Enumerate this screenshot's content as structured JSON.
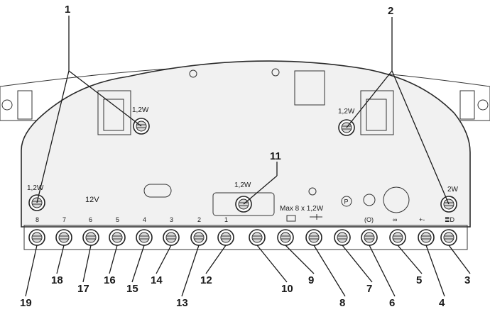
{
  "callouts_top": [
    {
      "label": "1"
    },
    {
      "label": "2"
    },
    {
      "label": "11"
    }
  ],
  "wattage_labels": {
    "left_upper": "1,2W",
    "right_upper": "1,2W",
    "left_edge": "1,2W",
    "right_edge": "2W",
    "center": "1,2W",
    "max": "Max 8 x 1,2W"
  },
  "voltage_label": "12V",
  "slot_numbers": [
    "8",
    "7",
    "6",
    "5",
    "4",
    "3",
    "2",
    "1"
  ],
  "callouts_bottom": [
    "19",
    "18",
    "17",
    "16",
    "15",
    "14",
    "13",
    "12",
    "10",
    "9",
    "8",
    "7",
    "6",
    "5",
    "4",
    "3"
  ],
  "symbols": {
    "parking": "P",
    "brake": "(O)",
    "heater": "∞",
    "battery": "+-",
    "highbeam": "≣D"
  }
}
